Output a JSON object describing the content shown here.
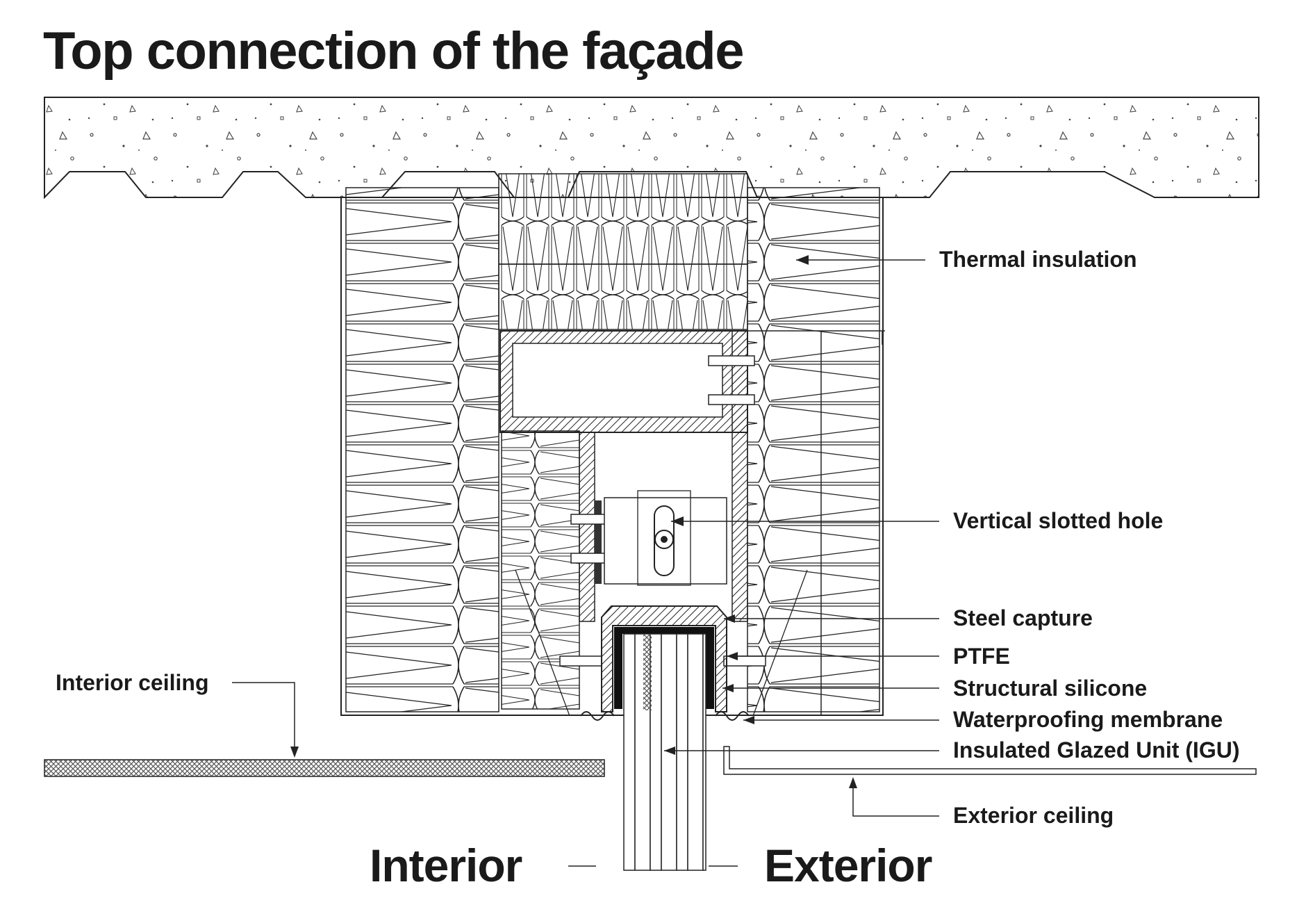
{
  "title": "Top connection of the façade",
  "labels": {
    "thermal_insulation": "Thermal insulation",
    "vertical_slotted_hole": "Vertical slotted hole",
    "steel_capture": "Steel capture",
    "ptfe": "PTFE",
    "structural_silicone": "Structural silicone",
    "waterproofing_membrane": "Waterproofing membrane",
    "igu": "Insulated Glazed Unit (IGU)",
    "exterior_ceiling": "Exterior ceiling",
    "interior_ceiling": "Interior ceiling"
  },
  "sides": {
    "interior": "Interior",
    "exterior": "Exterior"
  },
  "colors": {
    "ink": "#1a1a1a",
    "line": "#222222",
    "paper": "#ffffff",
    "ceiling": "#d9d9d9"
  }
}
